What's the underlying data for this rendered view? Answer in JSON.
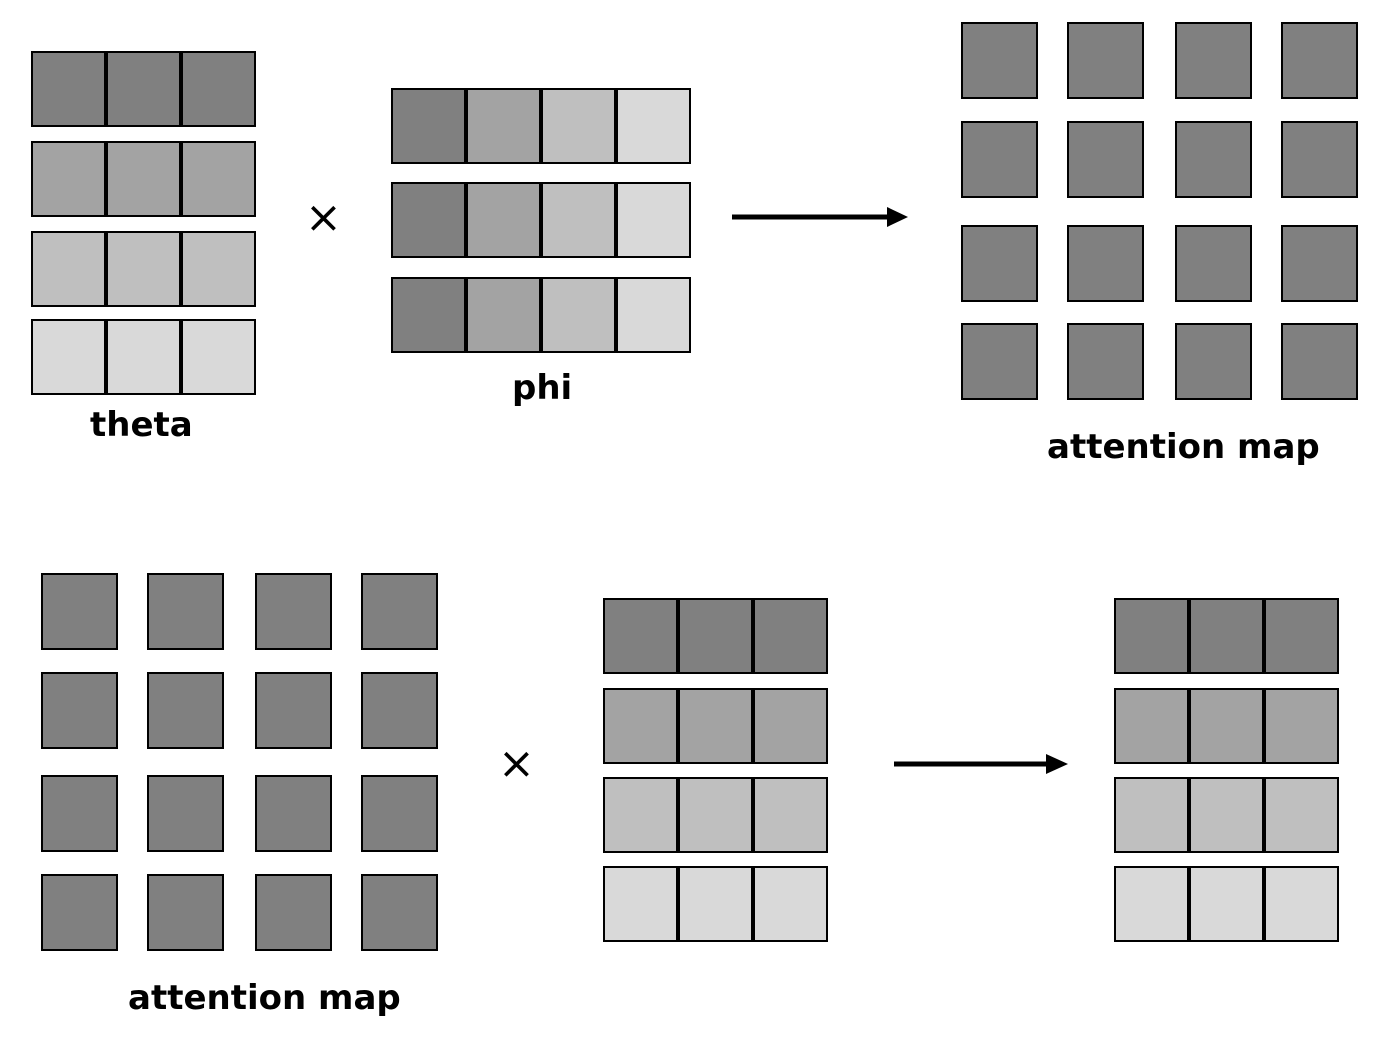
{
  "colors": {
    "shade1": "#808080",
    "shade2": "#a3a3a3",
    "shade3": "#bfbfbf",
    "shade4": "#d9d9d9",
    "attention": "#808080",
    "stroke": "#000000"
  },
  "top": {
    "theta_label": "theta",
    "phi_label": "phi",
    "operator": "×",
    "result_label": "attention map"
  },
  "bottom": {
    "attention_label": "attention map",
    "operator": "×"
  }
}
